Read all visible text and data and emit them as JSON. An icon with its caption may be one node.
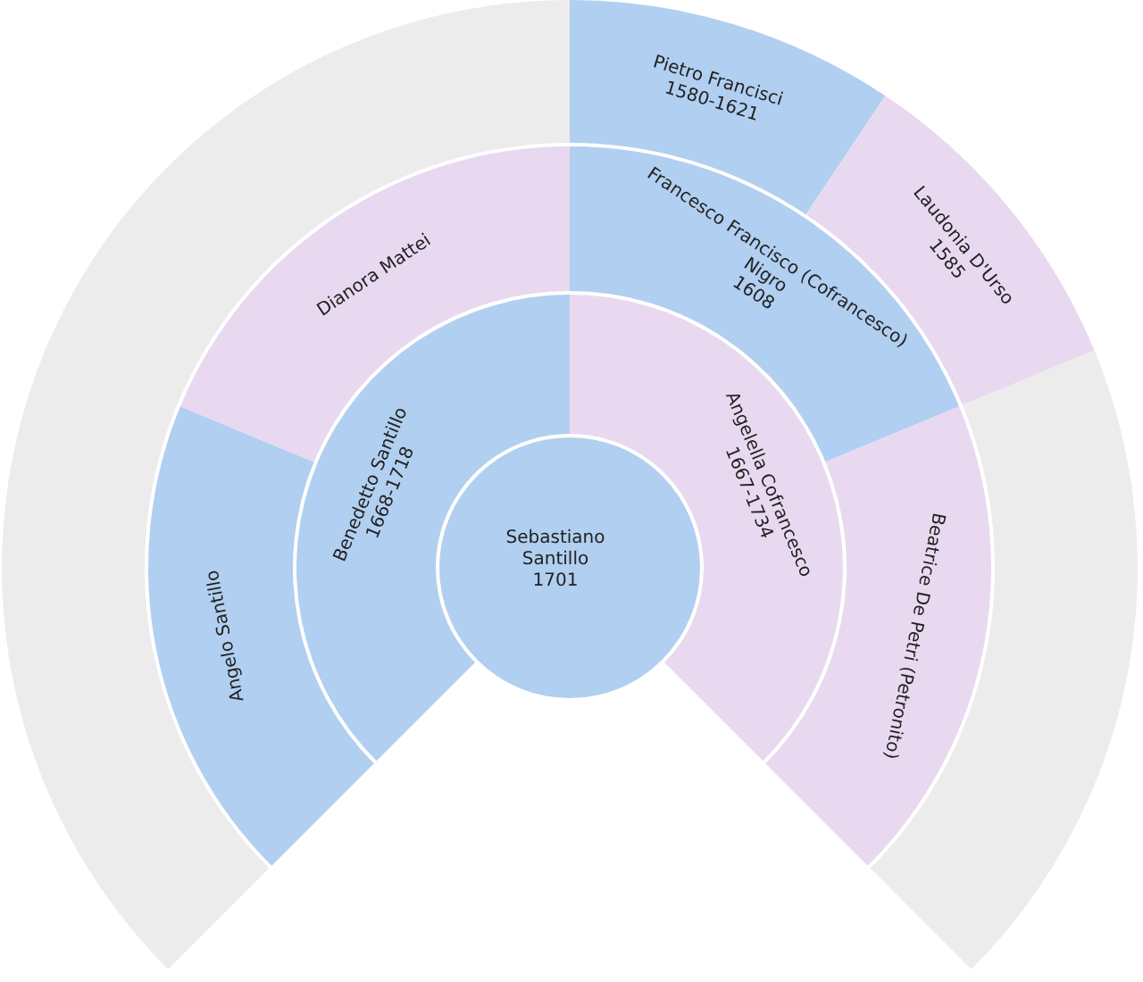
{
  "diagram": {
    "nodes": [
      {
        "text": [
          "Sebastiano Santillo",
          "1701"
        ]
      },
      {
        "text": [
          "Benedetto Santillo",
          "1668-1718"
        ]
      },
      {
        "text": [
          "Angelella Cofrancesco",
          "1667-1734"
        ]
      },
      {
        "text": [
          "Angelo Santillo"
        ]
      },
      {
        "text": [
          "Dianora Mattei"
        ]
      },
      {
        "text": [
          "Francesco Francisco (Cofrancesco) Nigro",
          "1608"
        ]
      },
      {
        "text": [
          "Beatrice De Petri (Petronito)"
        ]
      },
      {
        "text": [],
        "shape": "arc"
      },
      {
        "text": [
          "Pietro Francisci",
          "1580-1621"
        ]
      },
      {
        "text": [
          "Laudonia D'Urso",
          "1585"
        ]
      },
      {
        "text": [],
        "shape": "arc"
      }
    ]
  }
}
